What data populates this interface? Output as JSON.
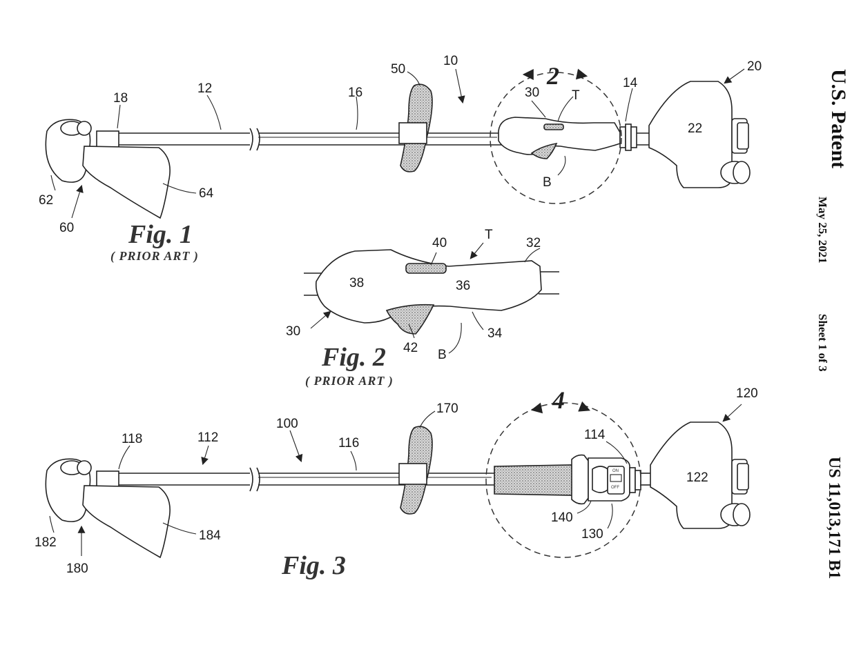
{
  "header": {
    "office": "U.S. Patent",
    "date": "May 25, 2021",
    "sheet": "Sheet 1 of 3",
    "patent_number": "US 11,013,171 B1"
  },
  "fig1": {
    "caption": "Fig. 1",
    "note": "( PRIOR ART )",
    "detail_ref": "2",
    "labels": [
      "10",
      "12",
      "14",
      "16",
      "18",
      "20",
      "22",
      "30",
      "50",
      "60",
      "62",
      "64",
      "T",
      "B"
    ]
  },
  "fig2": {
    "caption": "Fig. 2",
    "note": "( PRIOR ART )",
    "labels": [
      "30",
      "32",
      "34",
      "36",
      "38",
      "40",
      "42",
      "T",
      "B"
    ]
  },
  "fig3": {
    "caption": "Fig. 3",
    "detail_ref": "4",
    "labels": [
      "100",
      "112",
      "114",
      "116",
      "118",
      "120",
      "122",
      "130",
      "140",
      "170",
      "180",
      "182",
      "184"
    ],
    "switch_text": [
      "ON",
      "OFF"
    ]
  }
}
